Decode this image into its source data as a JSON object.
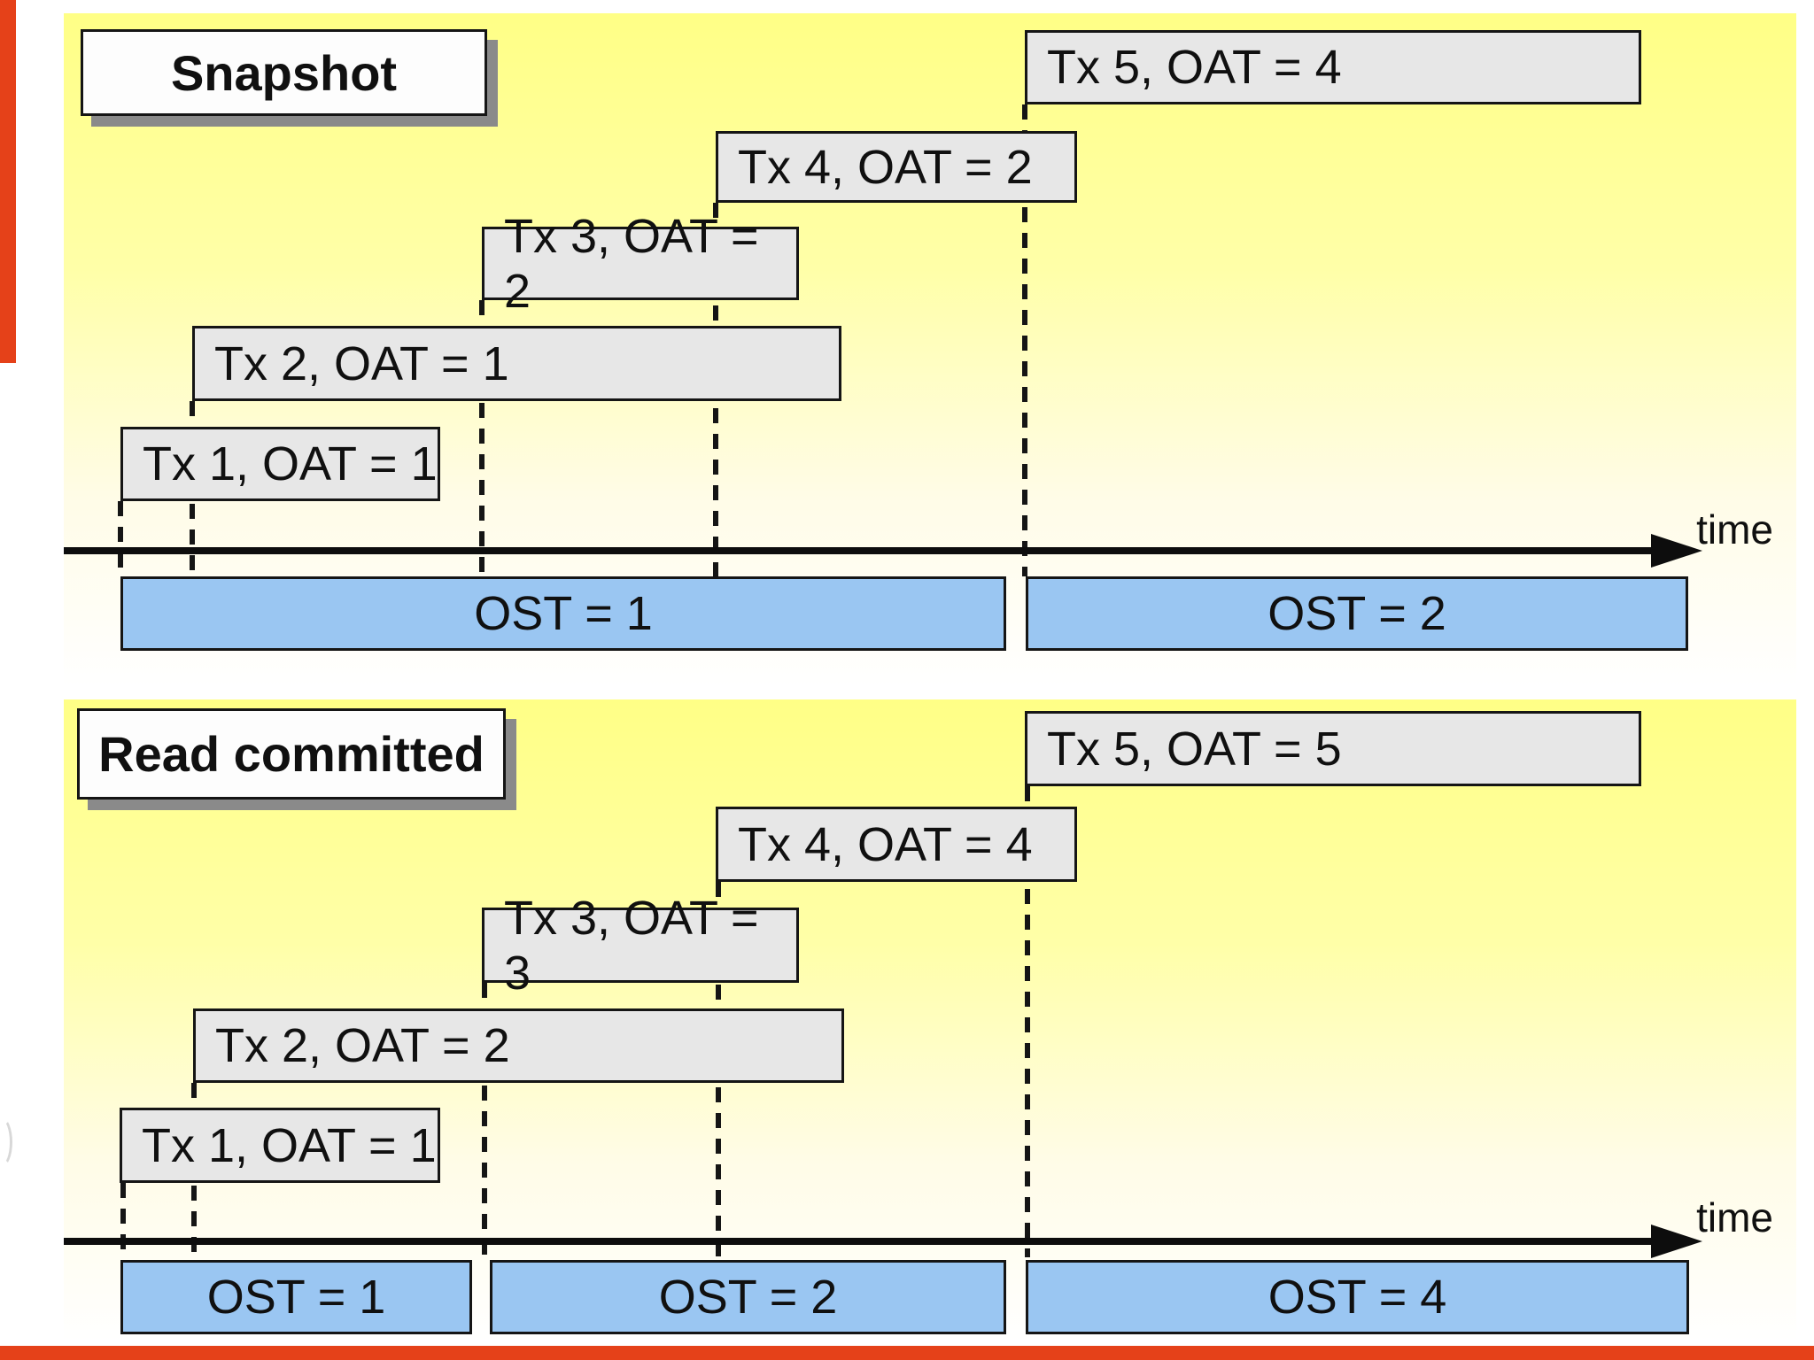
{
  "slide": {
    "panels": [
      {
        "title": "Snapshot",
        "axis_label": "time",
        "transactions": [
          {
            "id": "Tx 1",
            "oat": 1,
            "label": "Tx 1, OAT = 1"
          },
          {
            "id": "Tx 2",
            "oat": 1,
            "label": "Tx 2, OAT = 1"
          },
          {
            "id": "Tx 3",
            "oat": 2,
            "label": "Tx 3, OAT = 2"
          },
          {
            "id": "Tx 4",
            "oat": 2,
            "label": "Tx 4, OAT = 2"
          },
          {
            "id": "Tx 5",
            "oat": 4,
            "label": "Tx 5, OAT = 4"
          }
        ],
        "ost_segments": [
          {
            "value": 1,
            "label": "OST = 1"
          },
          {
            "value": 2,
            "label": "OST = 2"
          }
        ]
      },
      {
        "title": "Read committed",
        "axis_label": "time",
        "transactions": [
          {
            "id": "Tx 1",
            "oat": 1,
            "label": "Tx 1, OAT = 1"
          },
          {
            "id": "Tx 2",
            "oat": 2,
            "label": "Tx 2, OAT = 2"
          },
          {
            "id": "Tx 3",
            "oat": 3,
            "label": "Tx 3, OAT = 3"
          },
          {
            "id": "Tx 4",
            "oat": 4,
            "label": "Tx 4, OAT = 4"
          },
          {
            "id": "Tx 5",
            "oat": 5,
            "label": "Tx 5, OAT = 5"
          }
        ],
        "ost_segments": [
          {
            "value": 1,
            "label": "OST = 1"
          },
          {
            "value": 2,
            "label": "OST = 2"
          },
          {
            "value": 4,
            "label": "OST = 4"
          }
        ]
      }
    ],
    "colors": {
      "panel_yellow": "#ffff86",
      "tx_box_gray": "#e7e7e7",
      "ost_bar_blue": "#9ac6f2",
      "accent_red": "#e54119",
      "title_shadow_gray": "#8a8a8a"
    }
  }
}
